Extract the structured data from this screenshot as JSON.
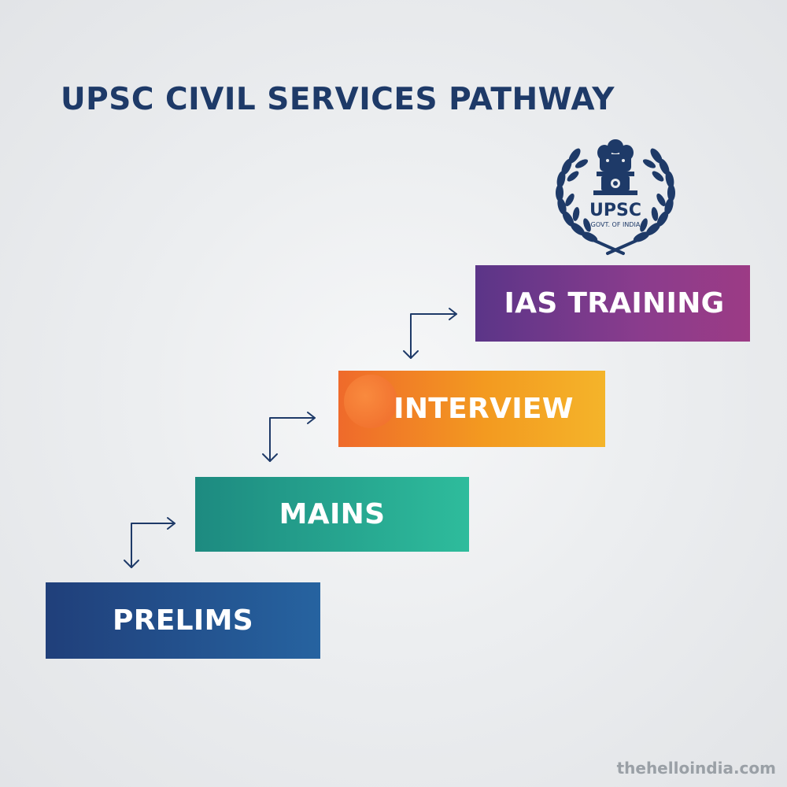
{
  "title": "UPSC CIVIL SERVICES PATHWAY",
  "emblem": {
    "icon": "upsc-emblem-icon",
    "text": "UPSC",
    "subtext": "GOVT. OF INDIA"
  },
  "steps": [
    {
      "label": "PRELIMS",
      "color": "#2263a0"
    },
    {
      "label": "MAINS",
      "color": "#2bb39a"
    },
    {
      "label": "INTERVIEW",
      "color": "#f39a20"
    },
    {
      "label": "IAS TRAINING",
      "color": "#7c3a8e"
    }
  ],
  "connector_color": "#1e3a68",
  "watermark": "thehelloindia.com"
}
